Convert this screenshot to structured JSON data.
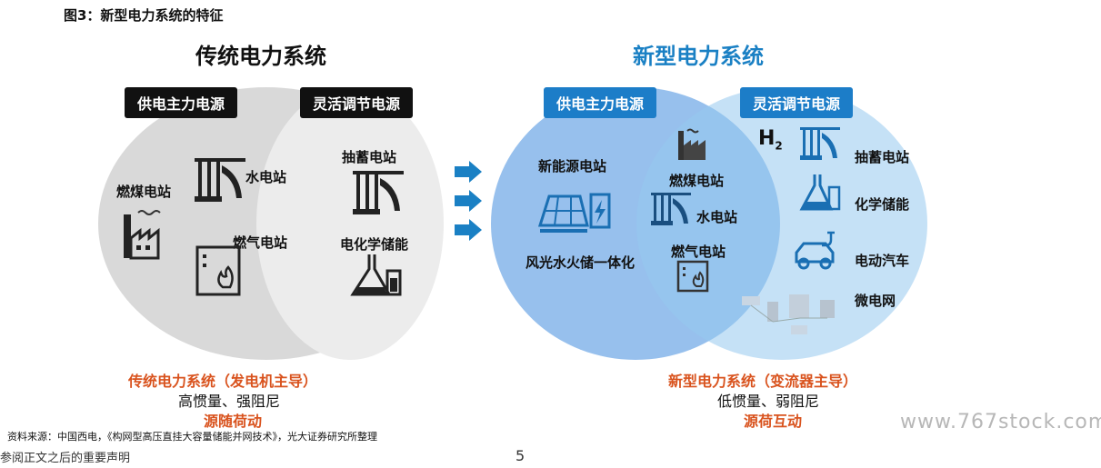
{
  "figure_title": "图3：新型电力系统的特征",
  "traditional": {
    "title": "传统电力系统",
    "tag_main": "供电主力电源",
    "tag_flex": "灵活调节电源",
    "main_sources": [
      "燃煤电站",
      "水电站",
      "燃气电站"
    ],
    "flex_sources": [
      "抽蓄电站",
      "电化学储能"
    ],
    "caption_title": "传统电力系统（发电机主导）",
    "caption_line": "高惯量、强阻尼",
    "caption_mode": "源随荷动"
  },
  "new": {
    "title": "新型电力系统",
    "tag_main": "供电主力电源",
    "tag_flex": "灵活调节电源",
    "renewable_label": "新能源电站",
    "integration_label": "风光水火储一体化",
    "overlap_sources": [
      "燃煤电站",
      "水电站",
      "燃气电站"
    ],
    "flex_sources": [
      "抽蓄电站",
      "化学储能",
      "电动汽车",
      "微电网"
    ],
    "h2_label": "H",
    "h2_sub": "2",
    "caption_title": "新型电力系统（变流器主导）",
    "caption_line": "低惯量、弱阻尼",
    "caption_mode": "源荷互动"
  },
  "source_note": "资料来源：中国西电，《构网型高压直挂大容量储能并网技术》，光大证券研究所整理",
  "footer_note": "参阅正文之后的重要声明",
  "page_number": "5",
  "watermark": "www.767stock.com",
  "colors": {
    "accent_blue": "#1a80c4",
    "caption_red": "#d9531e",
    "tag_blue": "#1c7dc8"
  }
}
